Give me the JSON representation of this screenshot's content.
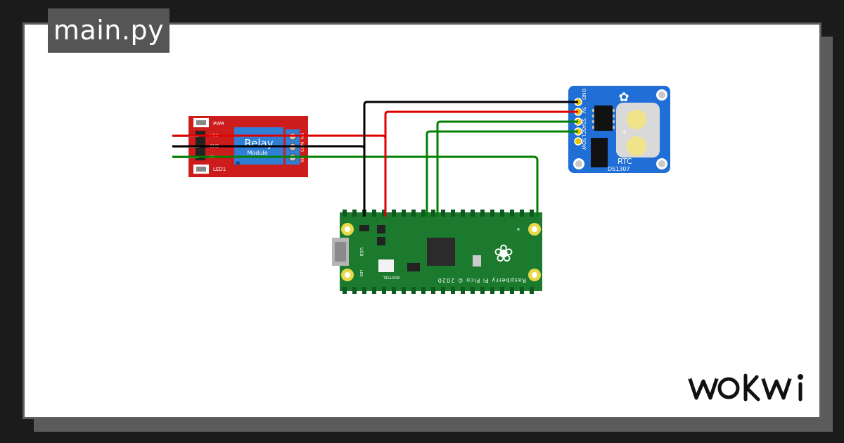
{
  "tab": {
    "title": "main.py"
  },
  "relay": {
    "pins": [
      "VCC",
      "GND",
      "IN"
    ],
    "labels": [
      "PWR",
      "LED1"
    ],
    "title": "Relay",
    "subtitle": "Module",
    "terminals": [
      "NC",
      "COM",
      "NO"
    ],
    "board_color": "#cc1c1c"
  },
  "rtc": {
    "pins": [
      "GND",
      "5V",
      "SDA",
      "SCL",
      "SQW"
    ],
    "title": "RTC",
    "chip": "DS1307",
    "board_color": "#1f6fd6"
  },
  "pico": {
    "silk": "Raspberry Pi Pico © 2020",
    "bootsel": "BOOTSEL",
    "usb": "USB",
    "led": "LED",
    "board_color": "#1b7a2e"
  },
  "wires": [
    {
      "from": "relay.VCC",
      "to": "pico.VBUS",
      "color": "#e00000"
    },
    {
      "from": "relay.GND",
      "to": "pico.GND",
      "color": "#000000"
    },
    {
      "from": "relay.IN",
      "to": "pico.GP",
      "color": "#008000"
    },
    {
      "from": "rtc.GND",
      "to": "pico.GND",
      "color": "#000000"
    },
    {
      "from": "rtc.5V",
      "to": "pico.VBUS",
      "color": "#e00000"
    },
    {
      "from": "rtc.SDA",
      "to": "pico.GP",
      "color": "#008000"
    },
    {
      "from": "rtc.SCL",
      "to": "pico.GP",
      "color": "#008000"
    }
  ],
  "brand": {
    "logo": "WOKWi"
  }
}
